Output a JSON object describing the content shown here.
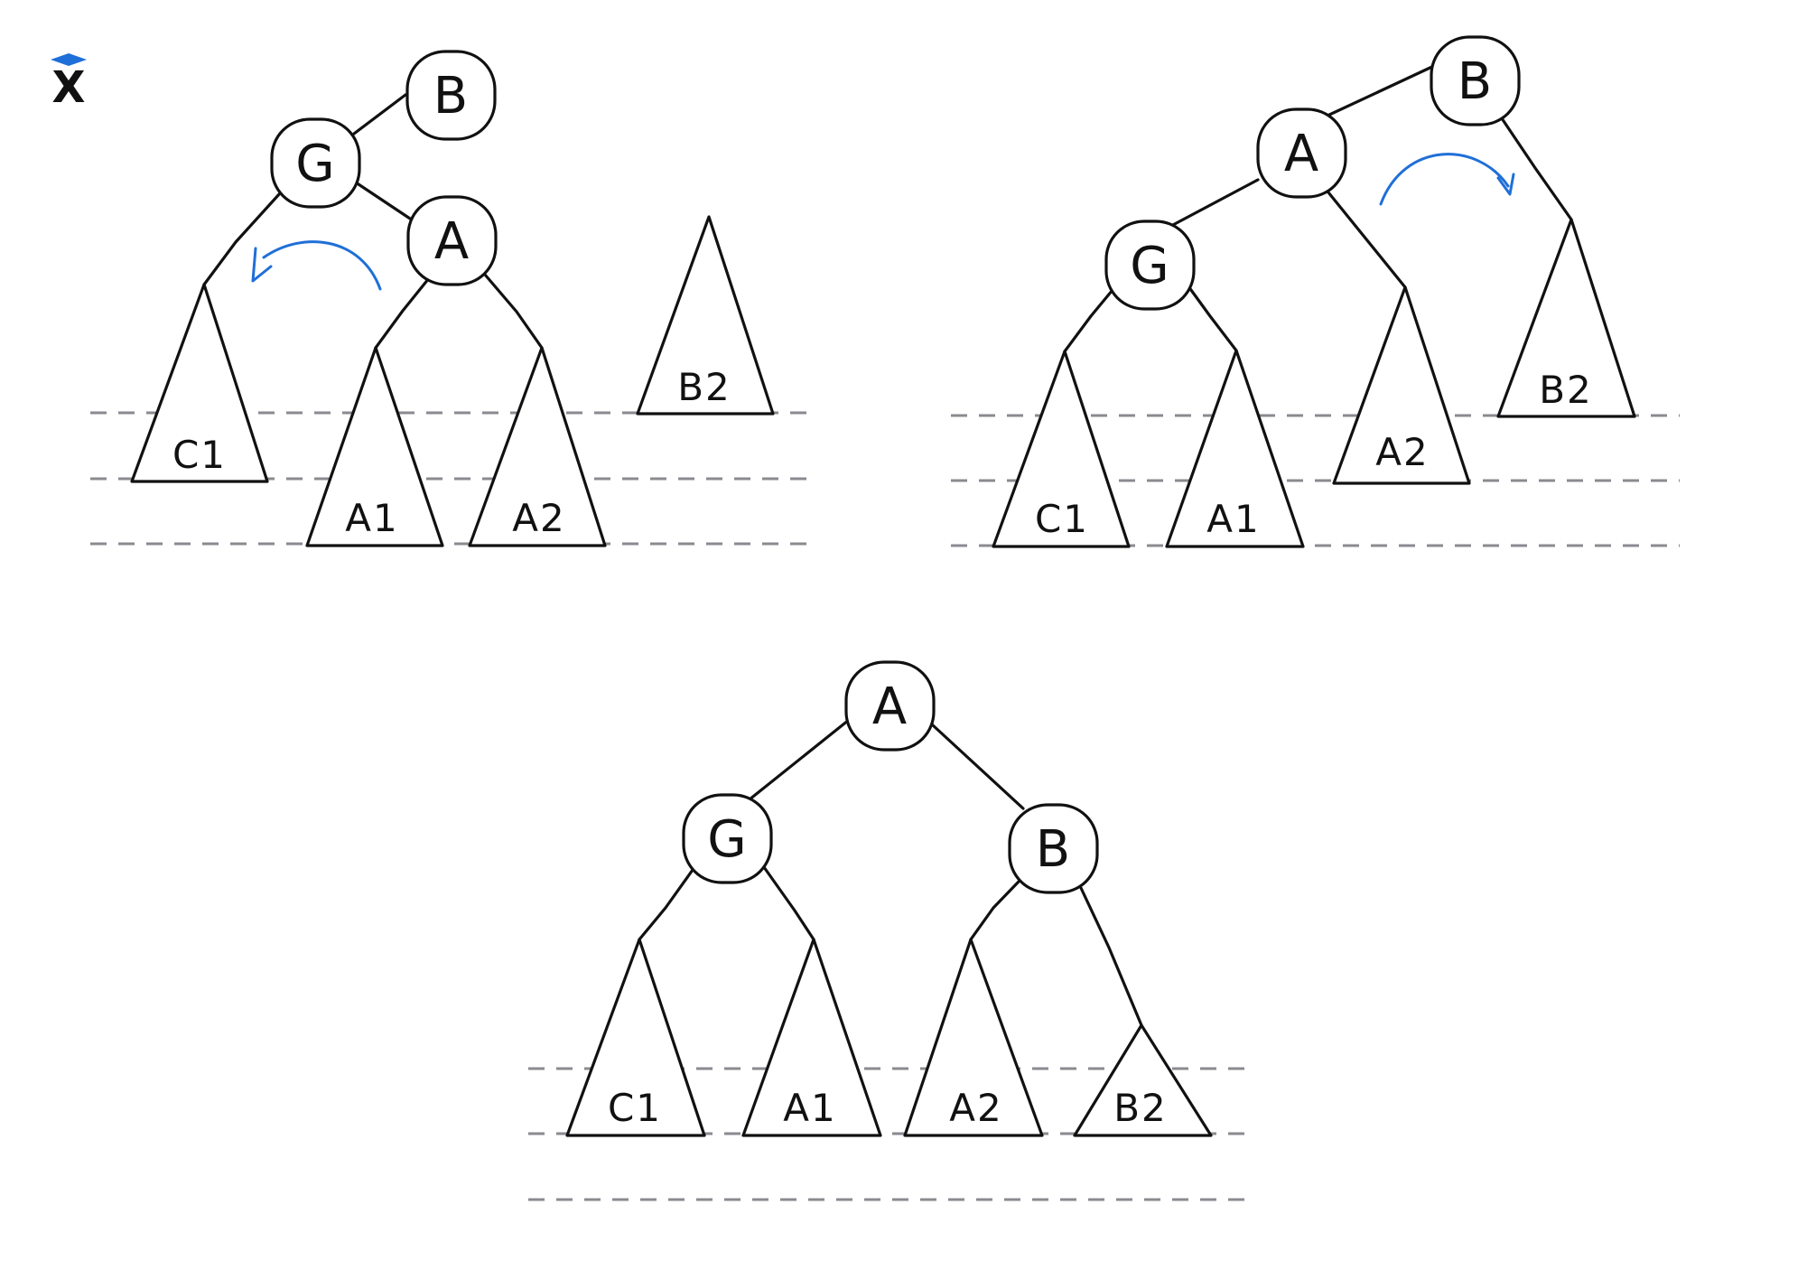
{
  "logo": {
    "letter": "X",
    "accent_color": "#1f6fd8"
  },
  "colors": {
    "arrow": "#1f6fd8",
    "guide": "#8a8a90",
    "ink": "#111111"
  },
  "panels": [
    {
      "id": "step1",
      "nodes": {
        "B": "B",
        "G": "G",
        "A": "A"
      },
      "subtrees": {
        "C1": "C1",
        "A1": "A1",
        "A2": "A2",
        "B2": "B2"
      },
      "rotation": "counterclockwise"
    },
    {
      "id": "step2",
      "nodes": {
        "B": "B",
        "A": "A",
        "G": "G"
      },
      "subtrees": {
        "C1": "C1",
        "A1": "A1",
        "A2": "A2",
        "B2": "B2"
      },
      "rotation": "clockwise"
    },
    {
      "id": "step3",
      "nodes": {
        "A": "A",
        "G": "G",
        "B": "B"
      },
      "subtrees": {
        "C1": "C1",
        "A1": "A1",
        "A2": "A2",
        "B2": "B2"
      }
    }
  ]
}
